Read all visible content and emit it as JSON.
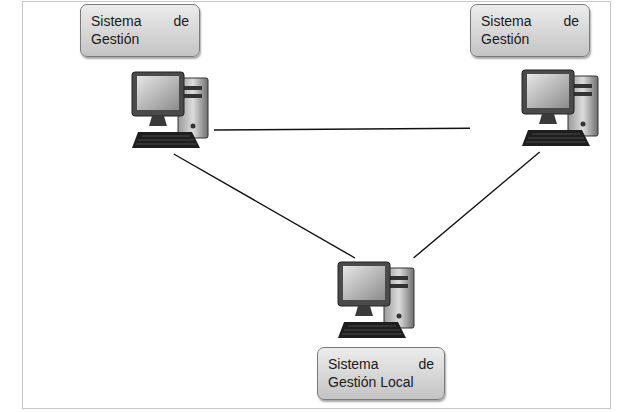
{
  "diagram": {
    "nodes": [
      {
        "text": [
          "Sistema de Gestión"
        ]
      },
      {
        "text": [
          "Sistema de Gestión"
        ]
      },
      {
        "text": [
          "Sistema de Gestión Local"
        ]
      }
    ],
    "edges": [
      {
        "from": 0,
        "to": 1,
        "arrow": "none"
      },
      {
        "from": 0,
        "to": 2,
        "arrow": "none"
      },
      {
        "from": 1,
        "to": 2,
        "arrow": "none"
      }
    ]
  }
}
